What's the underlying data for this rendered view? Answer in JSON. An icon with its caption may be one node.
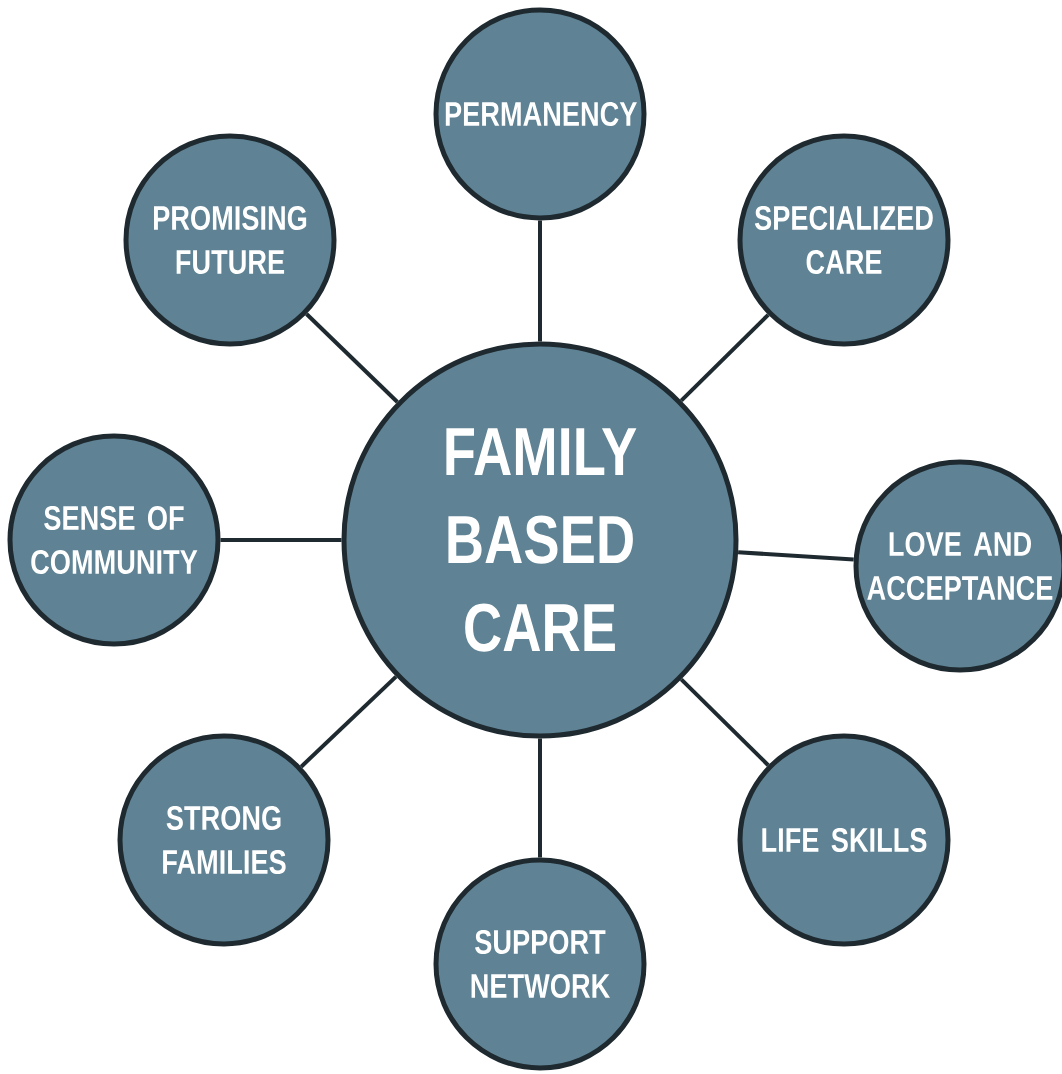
{
  "diagram": {
    "nodes": [
      {
        "text": [
          "FAMILY BASED CARE"
        ]
      },
      {
        "text": [
          "PERMANENCY"
        ]
      },
      {
        "text": [
          "SPECIALIZED CARE"
        ]
      },
      {
        "text": [
          "LOVE AND ACCEPTANCE"
        ]
      },
      {
        "text": [
          "LIFE SKILLS"
        ]
      },
      {
        "text": [
          "SUPPORT NETWORK"
        ]
      },
      {
        "text": [
          "STRONG FAMILIES"
        ]
      },
      {
        "text": [
          "SENSE OF COMMUNITY"
        ]
      },
      {
        "text": [
          "PROMISING FUTURE"
        ]
      }
    ],
    "edges": [
      {
        "from": 0,
        "to": 1,
        "arrow": "none"
      },
      {
        "from": 0,
        "to": 2,
        "arrow": "none"
      },
      {
        "from": 0,
        "to": 3,
        "arrow": "none"
      },
      {
        "from": 0,
        "to": 4,
        "arrow": "none"
      },
      {
        "from": 0,
        "to": 5,
        "arrow": "none"
      },
      {
        "from": 0,
        "to": 6,
        "arrow": "none"
      },
      {
        "from": 0,
        "to": 7,
        "arrow": "none"
      },
      {
        "from": 0,
        "to": 8,
        "arrow": "none"
      }
    ]
  }
}
